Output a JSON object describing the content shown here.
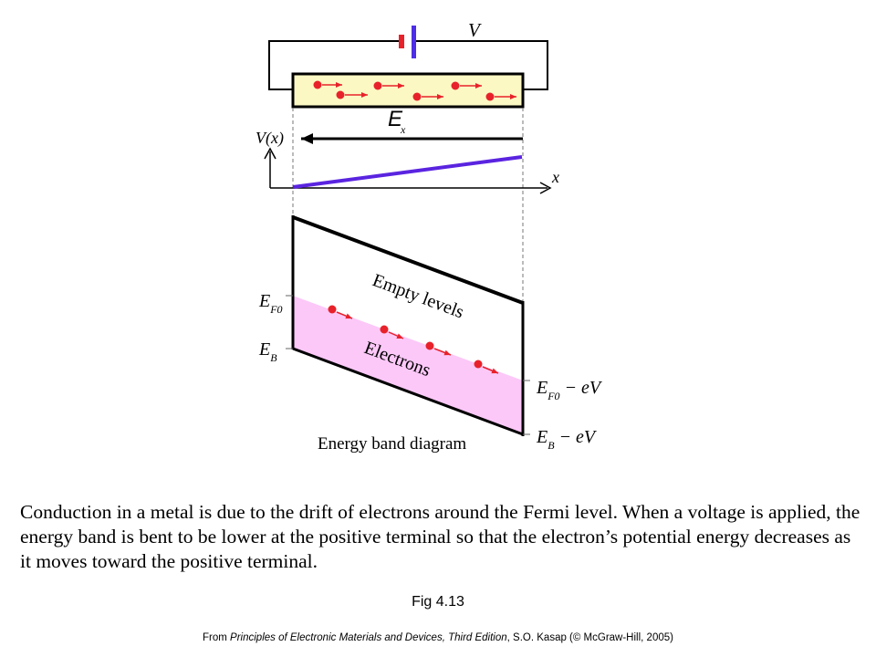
{
  "diagram": {
    "voltage_label": "V",
    "field_label": "E",
    "field_subscript": "x",
    "potential_label": "V(x)",
    "x_axis_label": "x",
    "empty_levels_label": "Empty levels",
    "electrons_label": "Electrons",
    "ef0_label": "E",
    "ef0_sub": "F0",
    "eb_label": "E",
    "eb_sub": "B",
    "ef0_shift_sub": "F0",
    "ef0_shift_suffix": " − eV",
    "eb_shift_sub": "B",
    "eb_shift_suffix": " − eV",
    "band_title": "Energy band diagram",
    "colors": {
      "metal_fill": "#fcf8c4",
      "electron": "#e8222a",
      "electron_fill_region": "#fcc8f8",
      "battery_positive": "#e8222a",
      "battery_negative": "#4d2ee6",
      "potential_line": "#5a24e0"
    }
  },
  "caption": "Conduction in a metal is due to the drift of electrons around the Fermi level. When a voltage is applied, the energy band is bent to be lower at the positive terminal so that the electron’s potential energy decreases as it moves toward the positive terminal.",
  "figure_number": "Fig 4.13",
  "source": {
    "prefix": "From ",
    "book_title": "Principles of Electronic Materials and Devices, Third Edition",
    "suffix": ", S.O. Kasap (© McGraw-Hill, 2005)"
  }
}
